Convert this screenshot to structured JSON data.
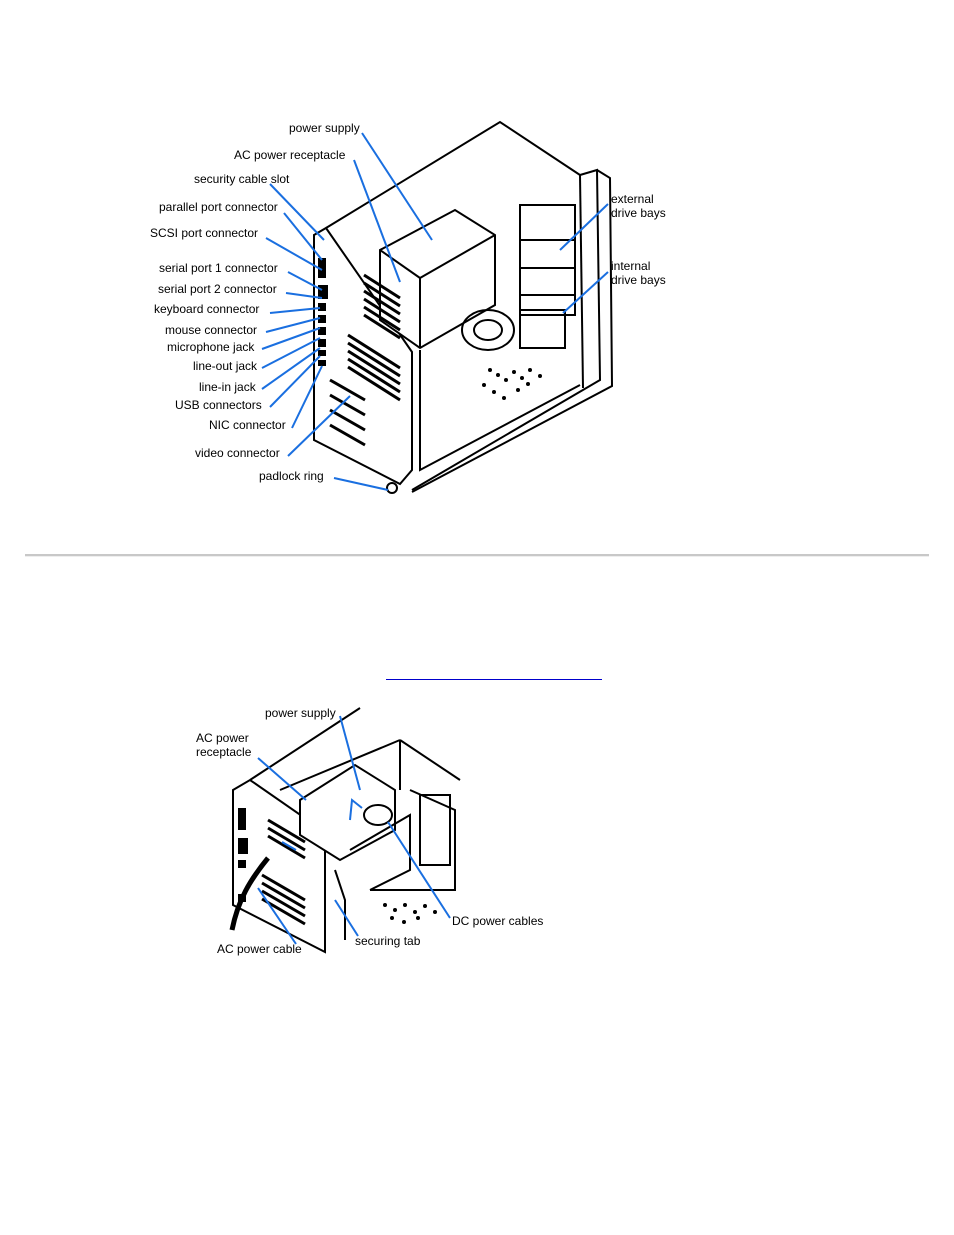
{
  "figure1": {
    "labels": {
      "power_supply": "power supply",
      "ac_power_receptacle": "AC power receptacle",
      "security_cable_slot": "security cable slot",
      "parallel_port_connector": "parallel port connector",
      "scsi_port_connector": "SCSI port connector",
      "serial_port_1_connector": "serial port 1 connector",
      "serial_port_2_connector": "serial port 2 connector",
      "keyboard_connector": "keyboard connector",
      "mouse_connector": "mouse connector",
      "microphone_jack": "microphone jack",
      "line_out_jack": "line-out jack",
      "line_in_jack": "line-in jack",
      "usb_connectors": "USB connectors",
      "nic_connector": "NIC connector",
      "video_connector": "video connector",
      "padlock_ring": "padlock ring",
      "external_drive_bays": "external\ndrive bays",
      "internal_drive_bays": "internal\ndrive bays"
    }
  },
  "figure2": {
    "labels": {
      "power_supply": "power supply",
      "ac_power_receptacle": "AC power\nreceptacle",
      "dc_power_cables": "DC power cables",
      "securing_tab": "securing tab",
      "ac_power_cable": "AC power cable"
    }
  },
  "colors": {
    "callout": "#1a6fe0",
    "line": "#000000",
    "divider": "#c8c8c8",
    "link": "#0000cc"
  }
}
